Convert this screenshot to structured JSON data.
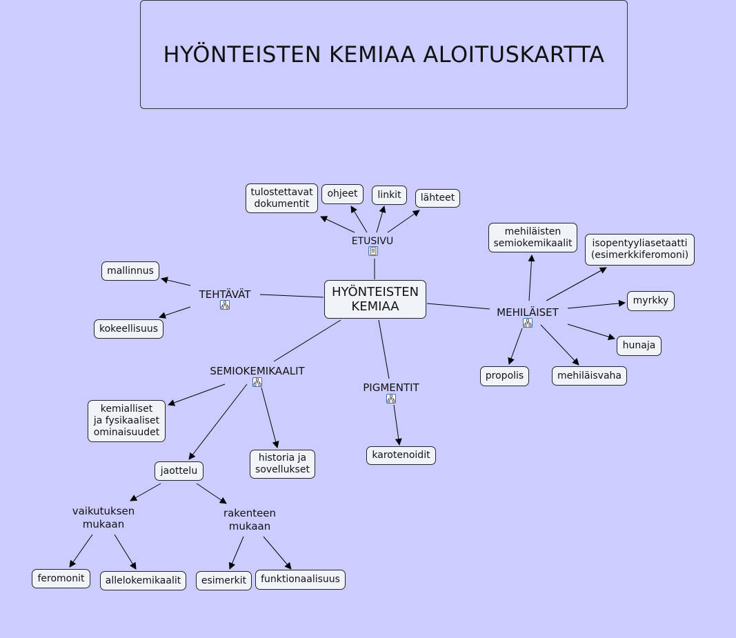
{
  "title": "HYÖNTEISTEN KEMIAA ALOITUSKARTTA",
  "center": "HYÖNTEISTEN\nKEMIAA",
  "hubs": {
    "etusivu": "ETUSIVU",
    "tehtavat": "TEHTÄVÄT",
    "mehilaiset": "MEHILÄISET",
    "semiokemikaalit": "SEMIOKEMIKAALIT",
    "pigmentit": "PIGMENTIT"
  },
  "etusivu_children": {
    "tulostettavat": "tulostettavat\ndokumentit",
    "ohjeet": "ohjeet",
    "linkit": "linkit",
    "lahteet": "lähteet"
  },
  "tehtavat_children": {
    "mallinnus": "mallinnus",
    "kokeellisuus": "kokeellisuus"
  },
  "mehilaiset_children": {
    "semiokemikaalit": "mehiläisten\nsemiokemikaalit",
    "isopentyyli": "isopentyyliasetaatti\n(esimerkkiferomoni)",
    "myrkky": "myrkky",
    "hunaja": "hunaja",
    "mehilaisvaha": "mehiläisvaha",
    "propolis": "propolis"
  },
  "semio_children": {
    "kemialliset": "kemialliset\nja fysikaaliset\nominaisuudet",
    "jaottelu": "jaottelu",
    "historia": "historia ja\nsovellukset"
  },
  "jaottelu_children": {
    "vaikutuksen": "vaikutuksen\nmukaan",
    "rakenteen": "rakenteen\nmukaan"
  },
  "leaves": {
    "feromonit": "feromonit",
    "allelokemikaalit": "allelokemikaalit",
    "esimerkit": "esimerkit",
    "funktionaalisuus": "funktionaalisuus"
  },
  "pigmentit_children": {
    "karotenoidit": "karotenoidit"
  },
  "colors": {
    "background": "#ccccff",
    "node_fill": "#f0f4f8",
    "border": "#222222",
    "icon_border": "#3a6fb0"
  },
  "icons": {
    "document": "document-icon",
    "submap": "submap-icon"
  }
}
